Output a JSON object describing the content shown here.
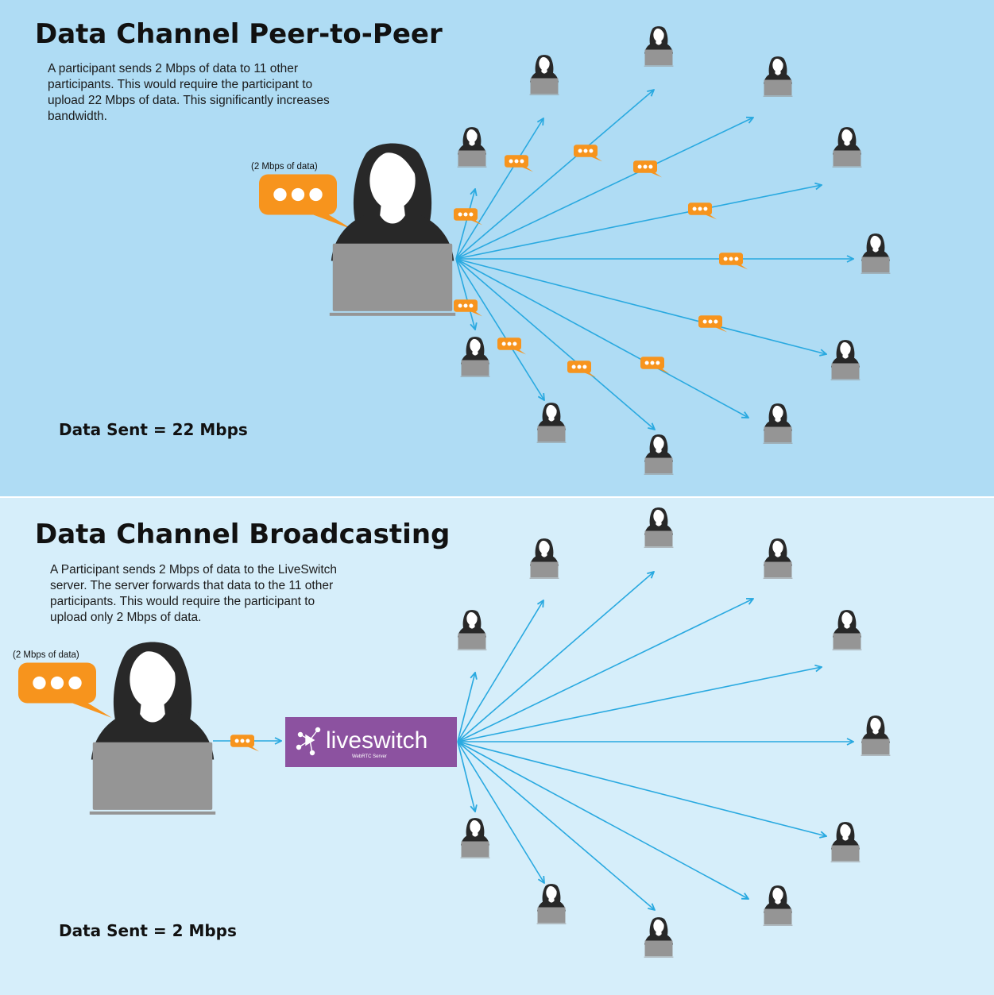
{
  "colors": {
    "top_bg": "#afdcf4",
    "bottom_bg": "#d6eefa",
    "arrow": "#29a9e0",
    "bubble": "#f7941d",
    "person": "#282828",
    "laptop": "#959595",
    "server": "#8c52a0"
  },
  "peer": {
    "title": "Data Channel Peer-to-Peer",
    "description": [
      "A participant sends 2 Mbps of data to 11 other",
      "participants. This would require the participant to",
      "upload 22 Mbps of data. This significantly increases",
      "bandwidth."
    ],
    "bubble_caption": "(2 Mbps of data)",
    "total": "Data Sent = 22 Mbps",
    "recipient_count": 11
  },
  "broadcast": {
    "title": "Data Channel Broadcasting",
    "description": [
      "A Participant sends 2 Mbps of data to the LiveSwitch",
      "server. The server forwards that data to the 11 other",
      "participants. This would require the participant to",
      "upload only 2 Mbps of data."
    ],
    "bubble_caption": "(2 Mbps of data)",
    "server": {
      "logo_text": "liveswitch",
      "logo_subtext": "WebRTC Server",
      "logo_icon": "network-node-icon"
    },
    "total": "Data Sent = 2 Mbps",
    "recipient_count": 11
  },
  "icons": {
    "participant": "participant-laptop-icon",
    "message": "chat-bubble-icon",
    "arrow": "arrow-icon"
  }
}
